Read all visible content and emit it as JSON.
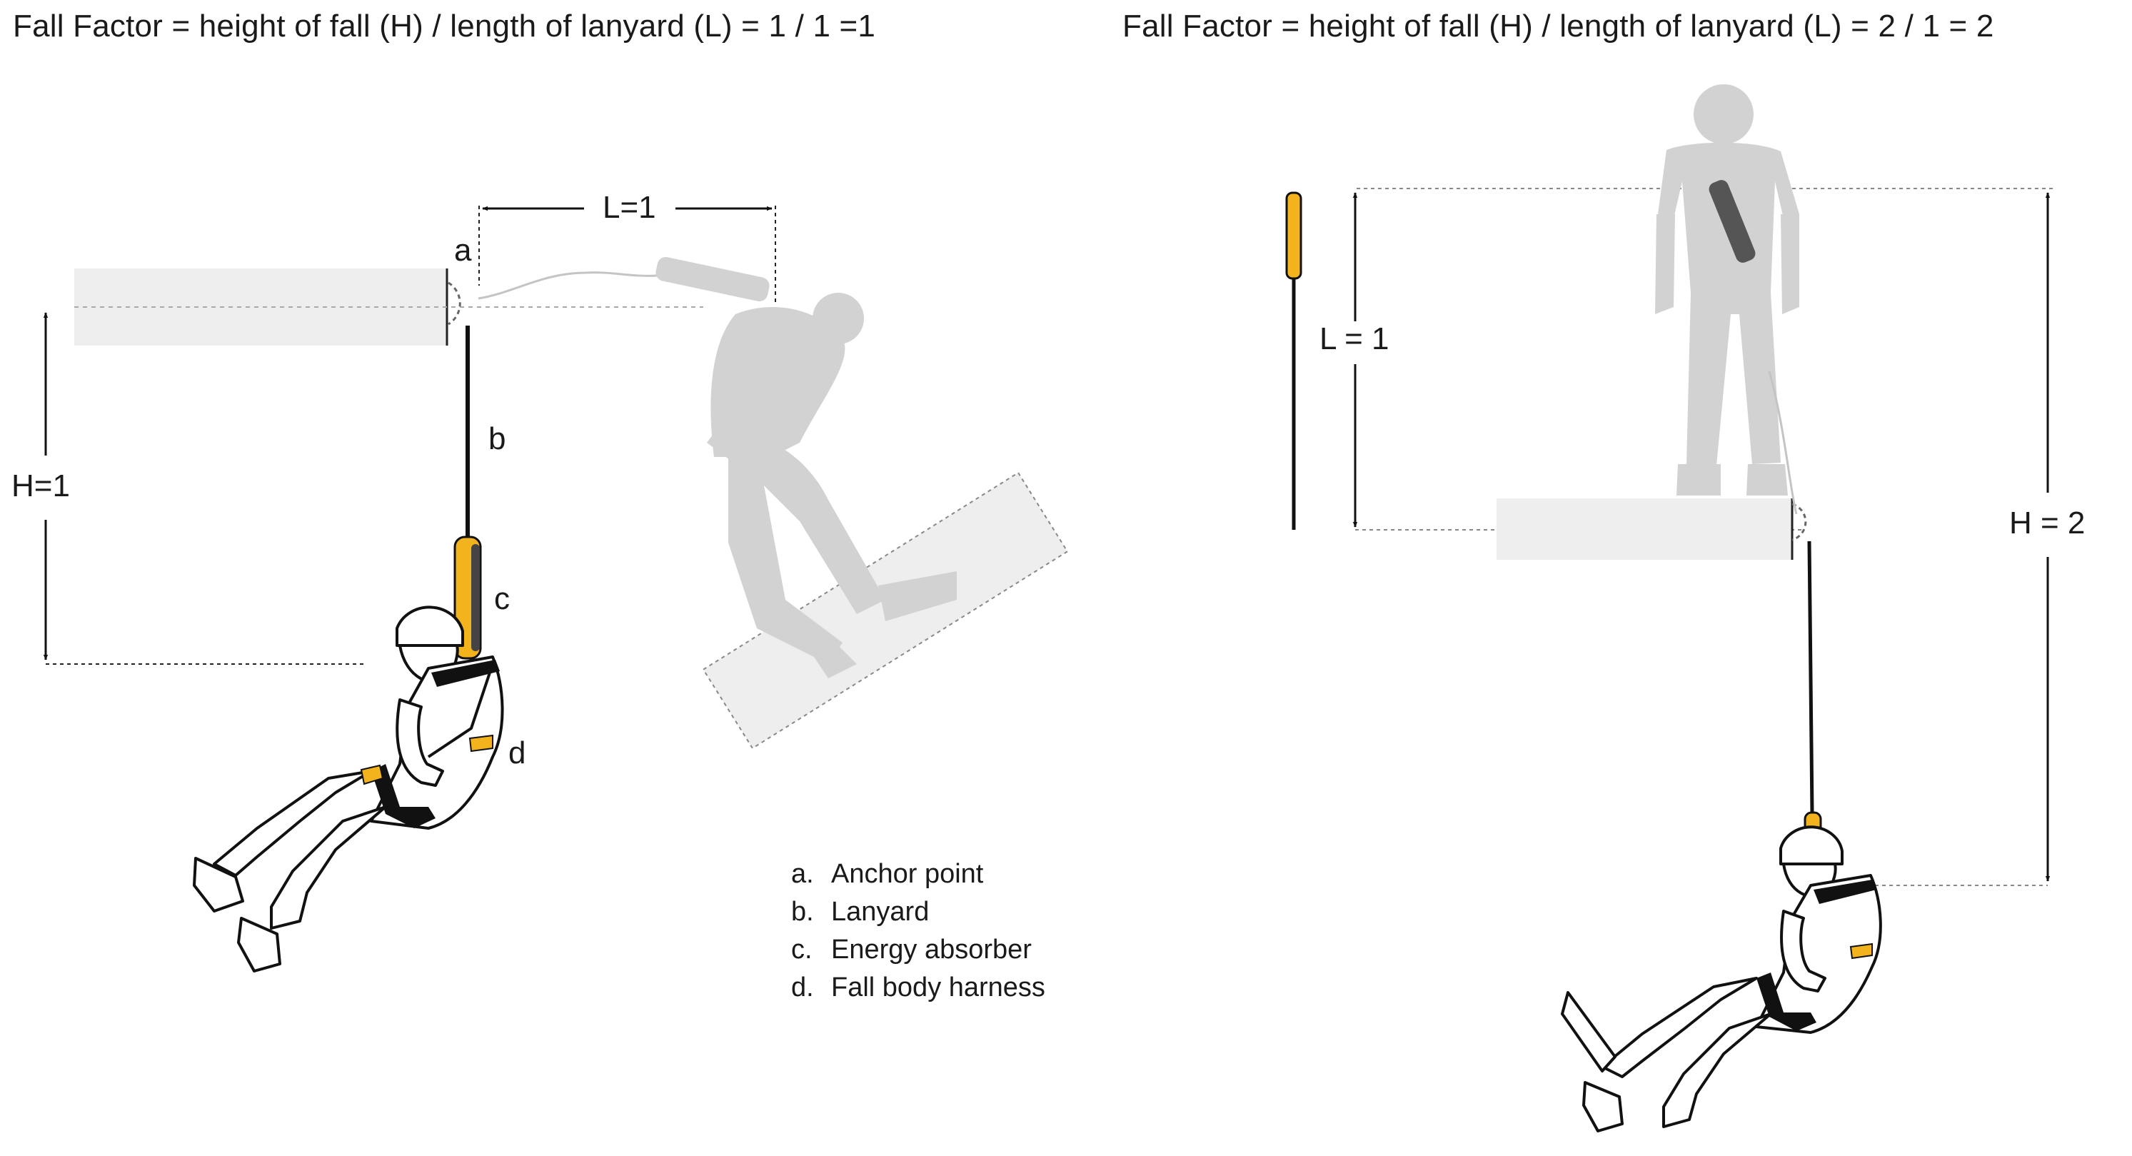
{
  "titles": {
    "left": "Fall Factor = height of fall (H) / length of lanyard (L) = 1 / 1 =1",
    "right": "Fall Factor = height of fall (H) / length of lanyard (L) = 2 / 1 = 2"
  },
  "left_scene": {
    "length_label": "L=1",
    "height_label": "H=1",
    "component_letters": {
      "a": "a",
      "b": "b",
      "c": "c",
      "d": "d"
    }
  },
  "right_scene": {
    "length_label": "L = 1",
    "height_label": "H = 2"
  },
  "legend": [
    {
      "key": "a.",
      "text": "Anchor point"
    },
    {
      "key": "b.",
      "text": "Lanyard"
    },
    {
      "key": "c.",
      "text": "Energy absorber"
    },
    {
      "key": "d.",
      "text": "Fall body harness"
    }
  ],
  "colors": {
    "absorber": "#f2b31c",
    "platform": "#eeeeee",
    "ghost_figure": "#d2d2d2",
    "ink": "#111111"
  }
}
